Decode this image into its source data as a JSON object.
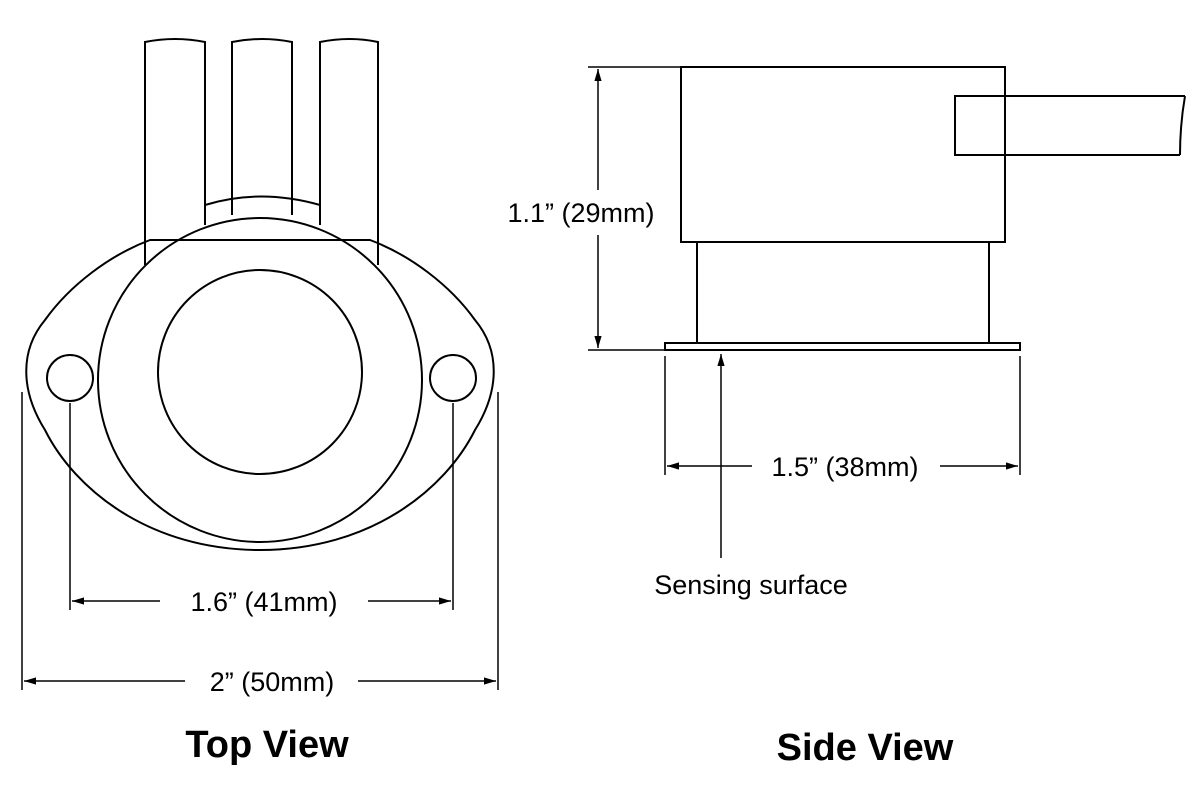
{
  "top_view": {
    "title": "Top View",
    "hole_spacing_label": "1.6” (41mm)",
    "overall_width_label": "2” (50mm)"
  },
  "side_view": {
    "title": "Side View",
    "height_label": "1.1” (29mm)",
    "width_label": "1.5” (38mm)",
    "sensing_surface_label": "Sensing surface"
  }
}
